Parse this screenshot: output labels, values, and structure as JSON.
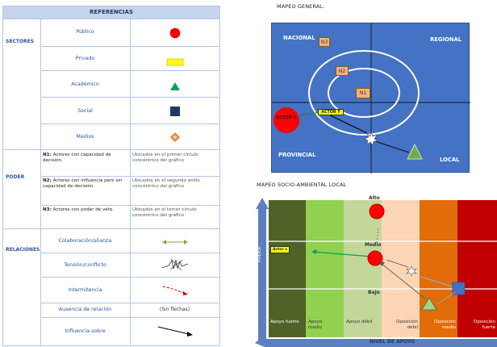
{
  "references": {
    "title": "REFERENCIAS",
    "sectores": {
      "heading": "SECTORES",
      "items": [
        {
          "label": "Público",
          "symbol": "red-circle"
        },
        {
          "label": "Privado",
          "symbol": "yellow-rectangle"
        },
        {
          "label": "Académico",
          "symbol": "green-triangle"
        },
        {
          "label": "Social",
          "symbol": "navy-square"
        },
        {
          "label": "Medios",
          "symbol": "orange-diamond"
        }
      ]
    },
    "poder": {
      "heading": "PODER",
      "items": [
        {
          "code": "N1:",
          "text": "Actores con capacidad de decisión.",
          "description": "Ubicados en el primer círculo concéntrico del gráfico"
        },
        {
          "code": "N2:",
          "text": "Actores con influencia pero sin capacidad de decisión.",
          "description": "Ubicados en el segundo anillo concéntrico del gráfico"
        },
        {
          "code": "N3:",
          "text": "Actores con poder de veto.",
          "description": "Ubicados en el tercer círculo concéntrico del gráfico"
        }
      ]
    },
    "relaciones": {
      "heading": "RELACIONES",
      "items": [
        {
          "label": "Colaboración/alianza",
          "symbol": "double-arrow-green"
        },
        {
          "label": "Tensión/conflicto",
          "symbol": "zigzag-arrow"
        },
        {
          "label": "Intermitencia",
          "symbol": "dashed-red-arrow"
        },
        {
          "label": "Ausencia de relación",
          "symbol_text": "(Sin flechas)"
        },
        {
          "label": "Influencia sobre",
          "symbol": "black-arrow"
        }
      ]
    }
  },
  "general_map": {
    "title": "MAPEO GENERAL:",
    "quadrants": {
      "tl": "NACIONAL",
      "tr": "REGIONAL",
      "bl": "PROVINCIAL",
      "br": "LOCAL"
    },
    "levels": [
      "N3",
      "N2",
      "N1"
    ],
    "actors": {
      "red": "ACTOR X",
      "yellow": "ACTOR Y"
    },
    "colors": {
      "background": "#4472c4",
      "level_box": "#f4b183",
      "actor_red": "#ff0000",
      "actor_yellow": "#ffff00",
      "triangle": "#70ad47"
    }
  },
  "socio_map": {
    "title": "MAPEO SOCIO-AMBIENTAL LOCAL",
    "y_axis_label": "PODER",
    "x_axis_label": "NIVEL DE APOYO",
    "power_levels": [
      "Alto",
      "Medio",
      "Bajo"
    ],
    "support_columns": [
      {
        "label": "Apoyo fuerte",
        "color": "#4f6228"
      },
      {
        "label": "Apoyo medio",
        "color": "#92d050"
      },
      {
        "label": "Apoyo débil",
        "color": "#c4d79b"
      },
      {
        "label": "Oposición débil",
        "color": "#fcd5b4"
      },
      {
        "label": "Oposición medio",
        "color": "#e26b0a"
      },
      {
        "label": "Oposición fuerte",
        "color": "#c00000"
      }
    ],
    "actor_label": "Actor x"
  }
}
